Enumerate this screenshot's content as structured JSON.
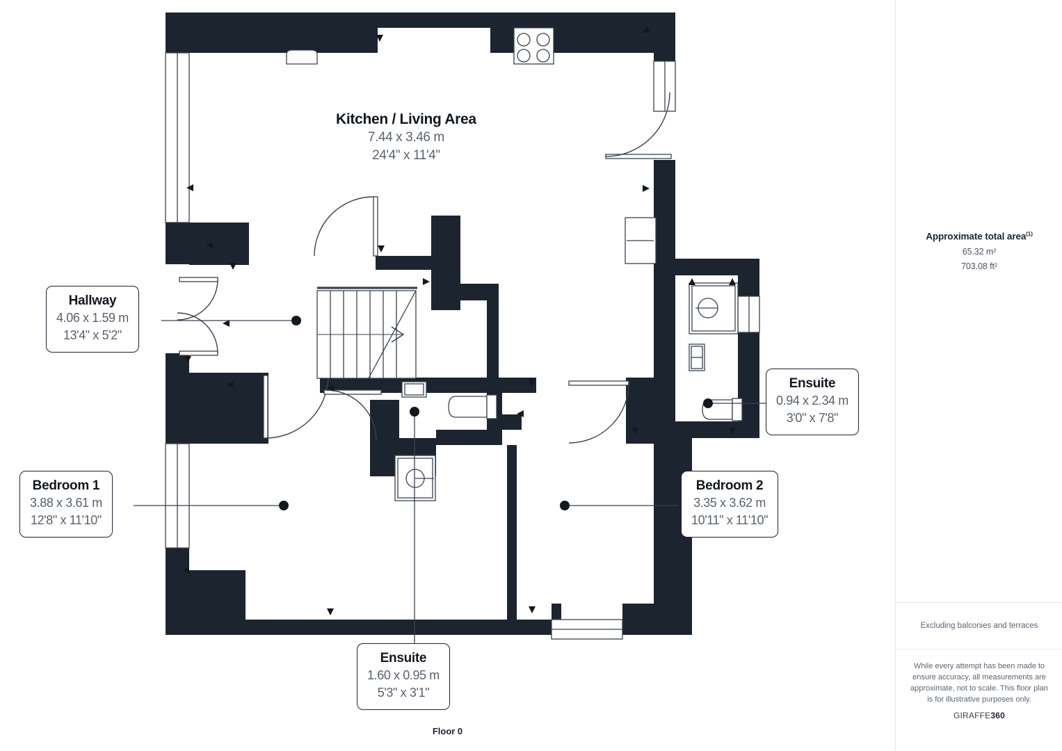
{
  "floor_label": "Floor 0",
  "sidebar": {
    "area_title": "Approximate total area",
    "area_title_sup": "(1)",
    "area_sqm": "65.32 m²",
    "area_sqft": "703.08 ft²",
    "excluding_note": "Excluding balconies and terraces",
    "disclaimer": "While every attempt has been made to ensure accuracy, all measurements are approximate, not to scale. This floor plan is for illustrative purposes only.",
    "logo_light": "GIRAFFE",
    "logo_bold": "360"
  },
  "rooms": [
    {
      "name": "Kitchen / Living Area",
      "metric": "7.44 x 3.46 m",
      "imperial": "24'4\" x 11'4\"",
      "style": "inline"
    },
    {
      "name": "Hallway",
      "metric": "4.06 x 1.59 m",
      "imperial": "13'4\" x 5'2\"",
      "style": "callout"
    },
    {
      "name": "Bedroom 1",
      "metric": "3.88 x 3.61 m",
      "imperial": "12'8\" x 11'10\"",
      "style": "callout"
    },
    {
      "name": "Bedroom 2",
      "metric": "3.35 x 3.62 m",
      "imperial": "10'11\" x 11'10\"",
      "style": "callout"
    },
    {
      "name": "Ensuite",
      "metric": "0.94 x 2.34 m",
      "imperial": "3'0\" x 7'8\"",
      "style": "callout"
    },
    {
      "name": "Ensuite",
      "metric": "1.60 x 0.95 m",
      "imperial": "5'3\" x 3'1\"",
      "style": "callout"
    }
  ],
  "colors": {
    "wall": "#1c2430",
    "text_dark": "#13181f",
    "text_muted": "#5a626e",
    "background": "#ffffff",
    "divider": "#e2e5e9"
  },
  "fixtures": [
    "stove-4-burner",
    "kitchen-sink",
    "bathroom-sink",
    "toilet",
    "shower-tray",
    "ensuite-shower-tray",
    "ensuite-sink",
    "ensuite-toilet",
    "staircase"
  ]
}
